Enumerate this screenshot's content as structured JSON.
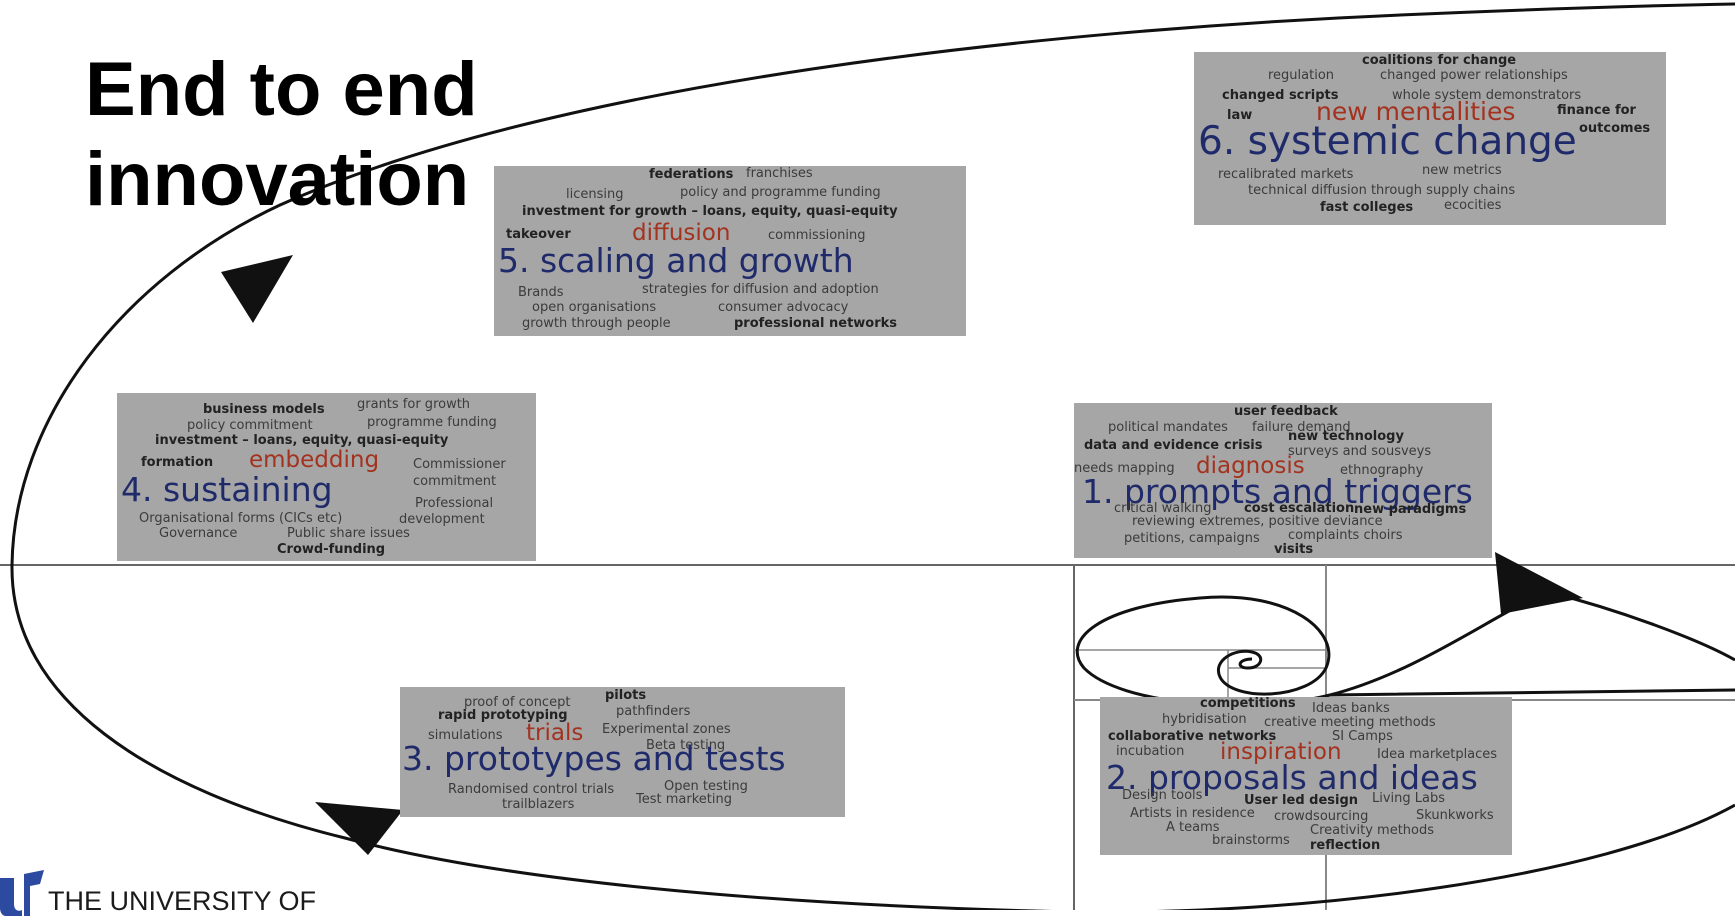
{
  "title": {
    "line1": "End to end",
    "line2": "innovation"
  },
  "stages": {
    "s1": {
      "heading": "1. prompts and triggers",
      "keyword": "diagnosis",
      "words": [
        "user feedback",
        "political mandates",
        "failure demand",
        "new technology",
        "data and evidence",
        "crisis",
        "surveys and sousveys",
        "needs mapping",
        "ethnography",
        "critical walking",
        "cost escalation",
        "new paradigms",
        "reviewing extremes, positive deviance",
        "petitions, campaigns",
        "complaints choirs",
        "visits"
      ]
    },
    "s2": {
      "heading": "2. proposals and ideas",
      "keyword": "inspiration",
      "words": [
        "competitions",
        "Ideas banks",
        "hybridisation",
        "creative meeting methods",
        "collaborative networks",
        "SI Camps",
        "incubation",
        "Idea marketplaces",
        "Design tools",
        "User led design",
        "Living Labs",
        "Artists in residence",
        "crowdsourcing",
        "Skunkworks",
        "A teams",
        "Creativity methods",
        "brainstorms",
        "reflection"
      ]
    },
    "s3": {
      "heading": "3. prototypes and tests",
      "keyword": "trials",
      "words": [
        "proof of concept",
        "pilots",
        "rapid prototyping",
        "pathfinders",
        "simulations",
        "Experimental zones",
        "Beta testing",
        "Randomised control trials",
        "Open testing",
        "trailblazers",
        "Test marketing"
      ]
    },
    "s4": {
      "heading": "4. sustaining",
      "keyword": "embedding",
      "words": [
        "business models",
        "grants for growth",
        "policy commitment",
        "programme funding",
        "investment – loans, equity, quasi-equity",
        "formation",
        "Commissioner",
        "commitment",
        "Professional",
        "Organisational forms (CICs etc)",
        "development",
        "Governance",
        "Public share issues",
        "Crowd-funding"
      ]
    },
    "s5": {
      "heading": "5. scaling and growth",
      "keyword": "diffusion",
      "words": [
        "federations",
        "franchises",
        "licensing",
        "policy and programme funding",
        "investment for growth – loans, equity, quasi-equity",
        "takeover",
        "commissioning",
        "Brands",
        "strategies for diffusion and adoption",
        "open organisations",
        "consumer advocacy",
        "growth through people",
        "professional networks"
      ]
    },
    "s6": {
      "heading": "6. systemic change",
      "keyword": "new mentalities",
      "words": [
        "coalitions for change",
        "regulation",
        "changed power relationships",
        "changed scripts",
        "whole system demonstrators",
        "law",
        "finance for",
        "outcomes",
        "recalibrated markets",
        "new metrics",
        "technical diffusion through supply chains",
        "fast colleges",
        "ecocities"
      ]
    }
  },
  "logo": {
    "text": "THE UNIVERSITY OF",
    "color": "#2b4aa0"
  }
}
